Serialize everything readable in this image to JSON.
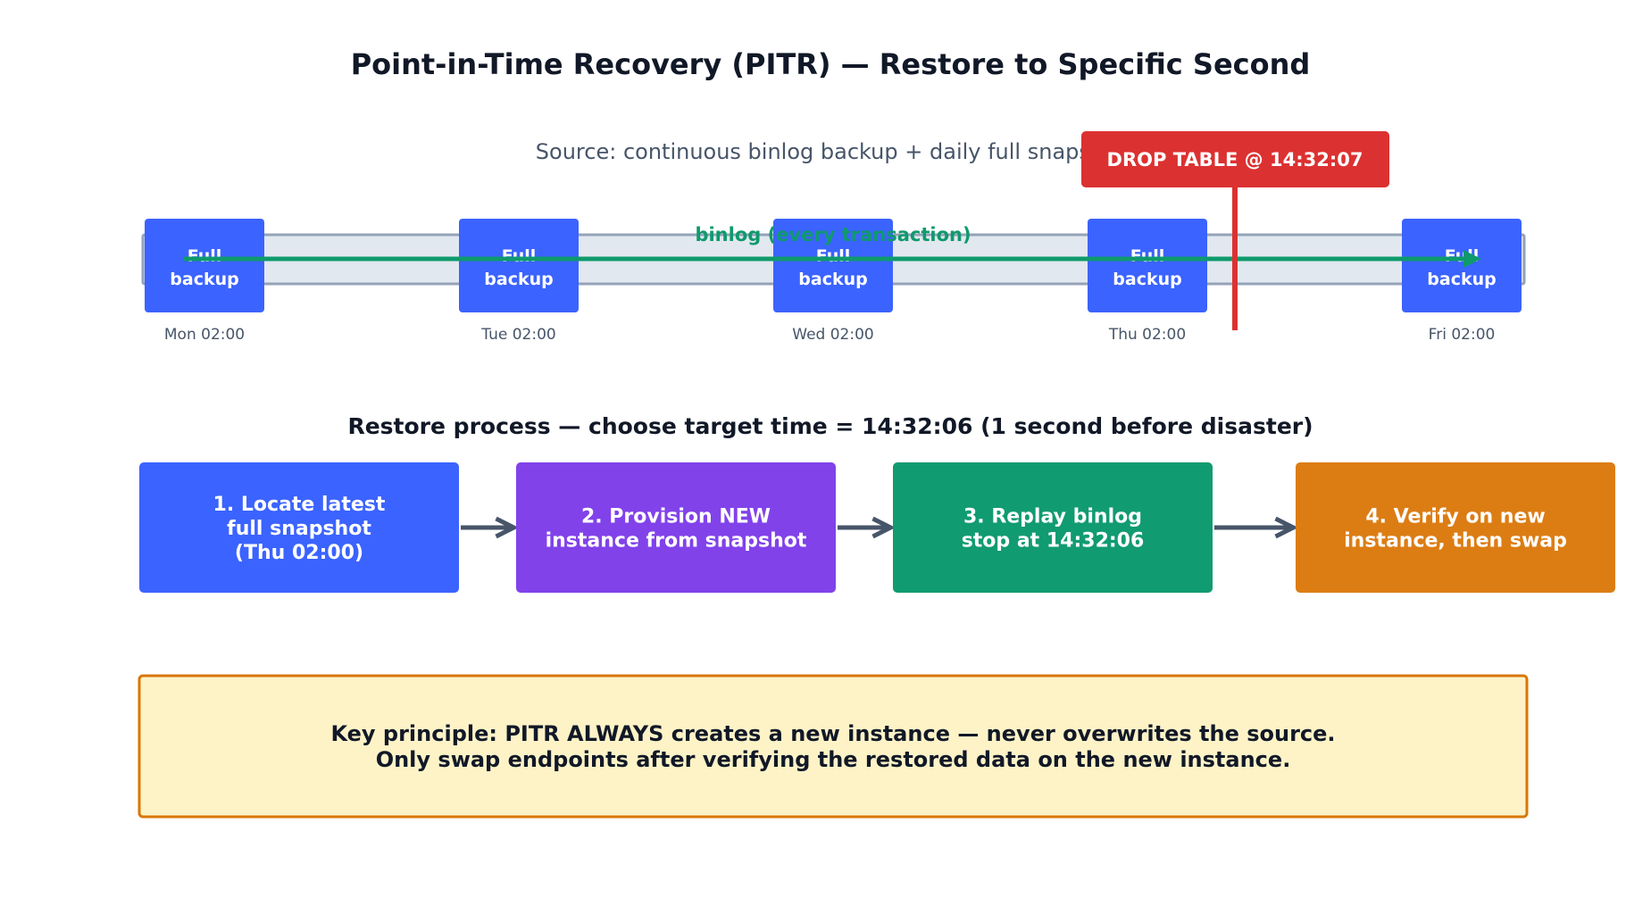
{
  "title": "Point-in-Time Recovery (PITR) — Restore to Specific Second",
  "subtitle": "Source: continuous binlog backup + daily full snapshot",
  "timeline": {
    "binlog_label": "binlog (every transaction)",
    "snapshots": [
      {
        "lines": [
          "Full",
          "backup"
        ],
        "day": "Mon 02:00"
      },
      {
        "lines": [
          "Full",
          "backup"
        ],
        "day": "Tue 02:00"
      },
      {
        "lines": [
          "Full",
          "backup"
        ],
        "day": "Wed 02:00"
      },
      {
        "lines": [
          "Full",
          "backup"
        ],
        "day": "Thu 02:00"
      },
      {
        "lines": [
          "Full",
          "backup"
        ],
        "day": "Fri 02:00"
      }
    ],
    "disaster_label": "DROP TABLE @ 14:32:07"
  },
  "process": {
    "heading": "Restore process — choose target time = 14:32:06 (1 second before disaster)",
    "steps": [
      {
        "lines": [
          "1. Locate latest",
          "full snapshot",
          "(Thu 02:00)"
        ],
        "color": "#3b63ff"
      },
      {
        "lines": [
          "2. Provision NEW",
          "instance from snapshot"
        ],
        "color": "#8142ea"
      },
      {
        "lines": [
          "3. Replay binlog",
          "stop at 14:32:06"
        ],
        "color": "#119b71"
      },
      {
        "lines": [
          "4. Verify on new",
          "instance, then swap"
        ],
        "color": "#dc7d14"
      }
    ]
  },
  "principle": {
    "lines": [
      "Key principle: PITR ALWAYS creates a new instance — never overwrites the source.",
      "Only swap endpoints after verifying the restored data on the new instance."
    ]
  },
  "colors": {
    "snapshot": "#3b63ff",
    "binlog": "#0f9a6c",
    "disaster": "#dc3131",
    "track_fill": "#e2e8f0",
    "track_stroke": "#94a3b8",
    "arrow": "#475569",
    "note_fill": "#fef3c7",
    "note_stroke": "#d97706"
  }
}
